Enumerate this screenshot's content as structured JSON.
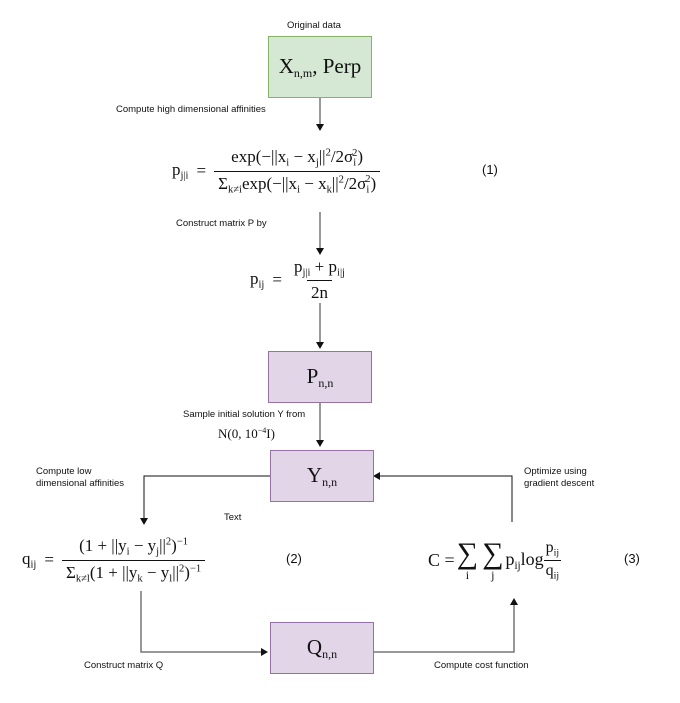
{
  "diagram": {
    "title": "t-SNE algorithm flow",
    "nodes": {
      "original_data": {
        "label": "Original data",
        "content": "X",
        "subscript": "n,m",
        "suffix": ", Perp",
        "fill": "#d5e8d4",
        "stroke": "#82b366"
      },
      "p_matrix": {
        "content": "P",
        "subscript": "n,n",
        "fill": "#e1d5e7",
        "stroke": "#9673a6"
      },
      "y_matrix": {
        "content": "Y",
        "subscript": "n,n",
        "fill": "#e1d5e7",
        "stroke": "#9673a6"
      },
      "q_matrix": {
        "content": "Q",
        "subscript": "n,n",
        "fill": "#e1d5e7",
        "stroke": "#9673a6"
      }
    },
    "edge_labels": {
      "high_affinities": "Compute high dimensional affinities",
      "construct_p": "Construct matrix P by",
      "sample_initial": "Sample initial solution Y from",
      "normal_dist": "N(0, 10",
      "normal_dist_exp": "−4",
      "normal_dist_end": "I)",
      "low_affinities_1": "Compute low",
      "low_affinities_2": "dimensional affinities",
      "text_placeholder": "Text",
      "construct_q": "Construct matrix Q",
      "cost_function": "Compute cost function",
      "optimize_1": "Optimize using",
      "optimize_2": "gradient descent"
    },
    "equations": {
      "eq1": {
        "number": "(1)",
        "lhs": "p",
        "lhs_sub": "j|i",
        "numerator": "exp(−||x",
        "num_sub_i": "i",
        "num_mid": " − x",
        "num_sub_j": "j",
        "num_end": "||",
        "num_sup": "2",
        "num_tail": "/2σ",
        "num_sig_sub": "i",
        "num_sig_sup": "2",
        "num_close": ")",
        "den_sigma": "Σ",
        "den_sub": "k≠i",
        "den_body": "exp(−||x",
        "den_sub_i": "i",
        "den_mid": " − x",
        "den_sub_k": "k",
        "den_end": "||",
        "den_sup": "2",
        "den_tail": "/2σ",
        "den_sig_sub": "i",
        "den_sig_sup": "2",
        "den_close": ")"
      },
      "eq_pij": {
        "lhs": "p",
        "lhs_sub": "ij",
        "num_a": "p",
        "num_a_sub": "j|i",
        "num_plus": " + ",
        "num_b": "p",
        "num_b_sub": "i|j",
        "den": "2n"
      },
      "eq2": {
        "number": "(2)",
        "lhs": "q",
        "lhs_sub": "ij",
        "num_open": "(1 + ||y",
        "num_sub_i": "i",
        "num_mid": " − y",
        "num_sub_j": "j",
        "num_end": "||",
        "num_sup2": "2",
        "num_close": ")",
        "num_sup": "−1",
        "den_sigma": "Σ",
        "den_sub": "k≠l",
        "den_open": "(1 + ||y",
        "den_sub_k": "k",
        "den_mid": " − y",
        "den_sub_l": "l",
        "den_end": "||",
        "den_sup2": "2",
        "den_close": ")",
        "den_sup": "−1"
      },
      "eq3": {
        "number": "(3)",
        "lhs": "C = ",
        "sum1_idx": "i",
        "sum2_idx": "j",
        "sigma": "∑",
        "term": "p",
        "term_sub": "ij",
        "log": "log",
        "frac_num": "p",
        "frac_num_sub": "ij",
        "frac_den": "q",
        "frac_den_sub": "ij"
      }
    }
  }
}
